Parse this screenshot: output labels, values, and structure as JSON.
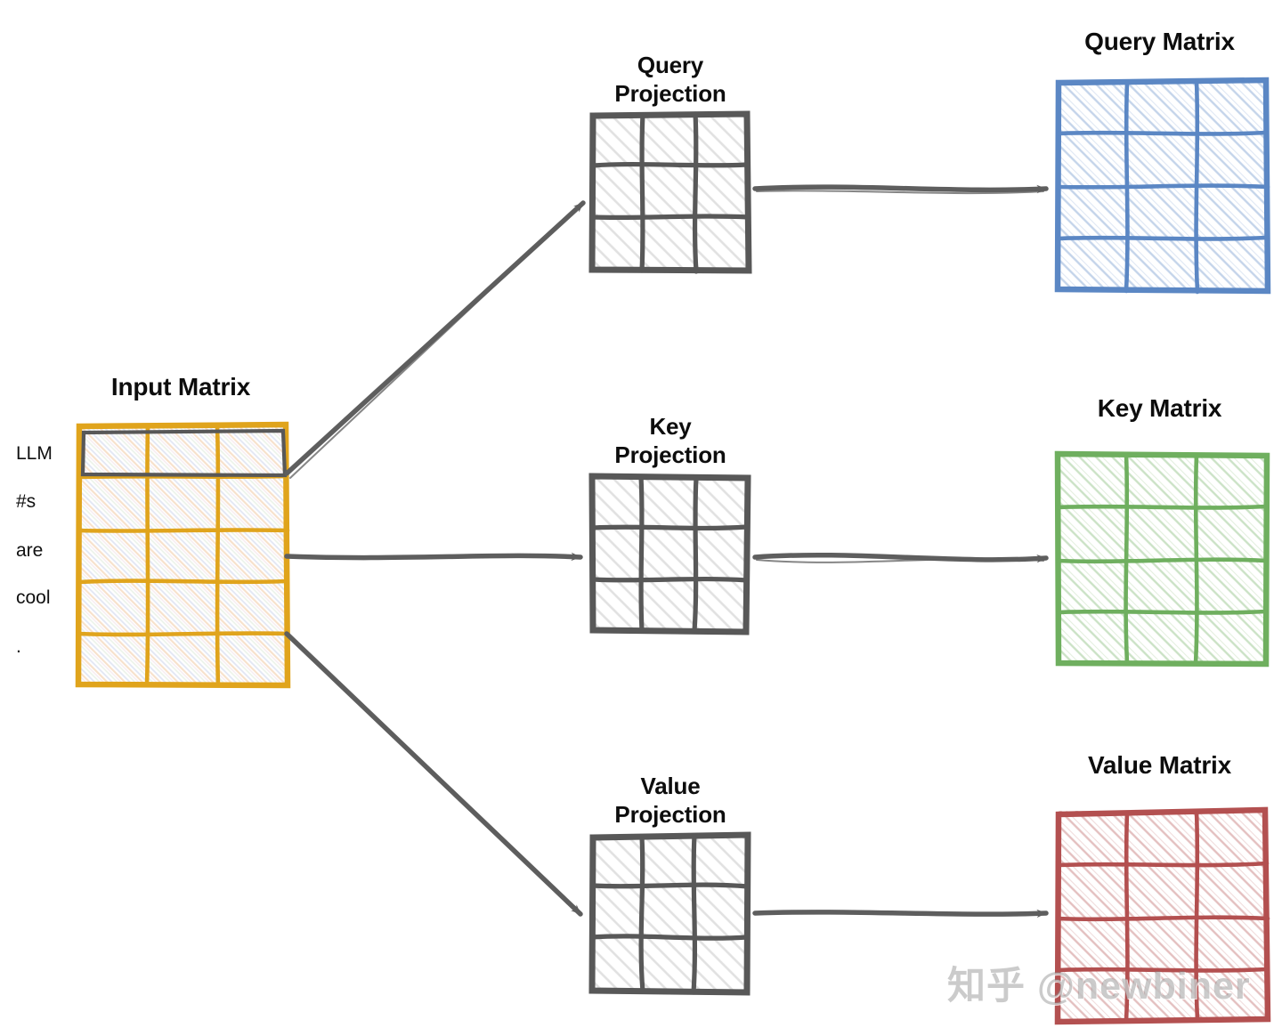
{
  "diagram": {
    "title_input": "Input Matrix",
    "watermark": "知乎 @newbiner",
    "colors": {
      "input_border": "#E0A41C",
      "highlight": "#585858",
      "arrow": "#5E5E5E",
      "query": "#5B87C4",
      "key": "#6FAF5F",
      "value": "#B35050",
      "projection": "#585858",
      "text": "#0d0d0d"
    }
  },
  "input_matrix": {
    "label": "Input Matrix",
    "rows": 5,
    "cols": 3,
    "row_labels": [
      "LLM",
      "#s",
      "are",
      "cool",
      "."
    ],
    "highlighted_row_index": 0
  },
  "projections": [
    {
      "label": "Query\nProjection",
      "rows": 3,
      "cols": 3
    },
    {
      "label": "Key\nProjection",
      "rows": 3,
      "cols": 3
    },
    {
      "label": "Value\nProjection",
      "rows": 3,
      "cols": 3
    }
  ],
  "output_matrices": [
    {
      "label": "Query Matrix",
      "rows": 4,
      "cols": 3,
      "color": "#5B87C4"
    },
    {
      "label": "Key Matrix",
      "rows": 4,
      "cols": 3,
      "color": "#6FAF5F"
    },
    {
      "label": "Value Matrix",
      "rows": 4,
      "cols": 3,
      "color": "#B35050"
    }
  ],
  "flow": {
    "input_to_query": "arrow",
    "input_to_key": "arrow",
    "input_to_value": "arrow",
    "query_proj_to_query_matrix": "arrow",
    "key_proj_to_key_matrix": "arrow",
    "value_proj_to_value_matrix": "arrow"
  }
}
